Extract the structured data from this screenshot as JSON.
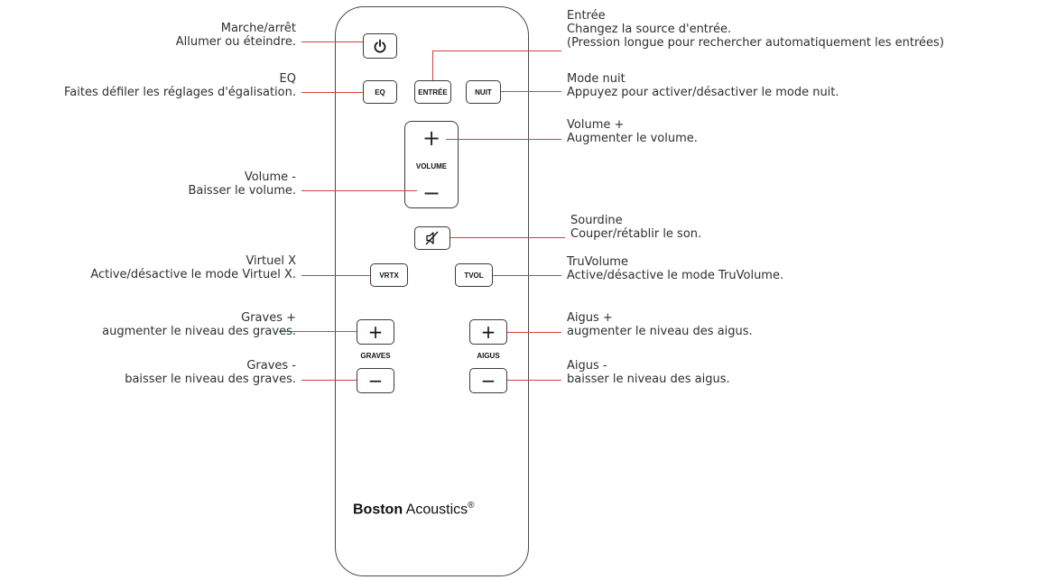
{
  "remote": {
    "buttons": {
      "eq": "EQ",
      "input": "ENTRÉE",
      "night": "NUIT",
      "volume": "VOLUME",
      "vrtx": "VRTX",
      "tvol": "TVOL",
      "graves": "GRAVES",
      "aigus": "AIGUS"
    },
    "brand_bold": "Boston",
    "brand_rest": " Acoustics",
    "brand_mark": "®"
  },
  "labels": {
    "power": {
      "title": "Marche/arrêt",
      "desc": "Allumer ou éteindre."
    },
    "eq": {
      "title": "EQ",
      "desc": "Faites défiler les réglages d'égalisation."
    },
    "input": {
      "title": "Entrée",
      "desc": "Changez la source d'entrée.",
      "desc2": "(Pression longue pour rechercher automatiquement les entrées)"
    },
    "night": {
      "title": "Mode nuit",
      "desc": "Appuyez pour activer/désactiver le mode nuit."
    },
    "vol_up": {
      "title": "Volume +",
      "desc": "Augmenter le volume."
    },
    "vol_down": {
      "title": "Volume -",
      "desc": "Baisser le volume."
    },
    "mute": {
      "title": "Sourdine",
      "desc": "Couper/rétablir le son."
    },
    "virtual": {
      "title": "Virtuel X",
      "desc": "Active/désactive le mode Virtuel X."
    },
    "truvolume": {
      "title": "TruVolume",
      "desc": "Active/désactive le mode TruVolume."
    },
    "bass_up": {
      "title": "Graves +",
      "desc": "augmenter le niveau des graves."
    },
    "bass_down": {
      "title": "Graves -",
      "desc": "baisser le niveau des graves."
    },
    "treble_up": {
      "title": "Aigus +",
      "desc": "augmenter le niveau des aigus."
    },
    "treble_down": {
      "title": "Aigus -",
      "desc": "baisser le niveau des aigus."
    }
  },
  "colors": {
    "leader_line": "#d0433e",
    "outline": "#3a3a3a"
  }
}
